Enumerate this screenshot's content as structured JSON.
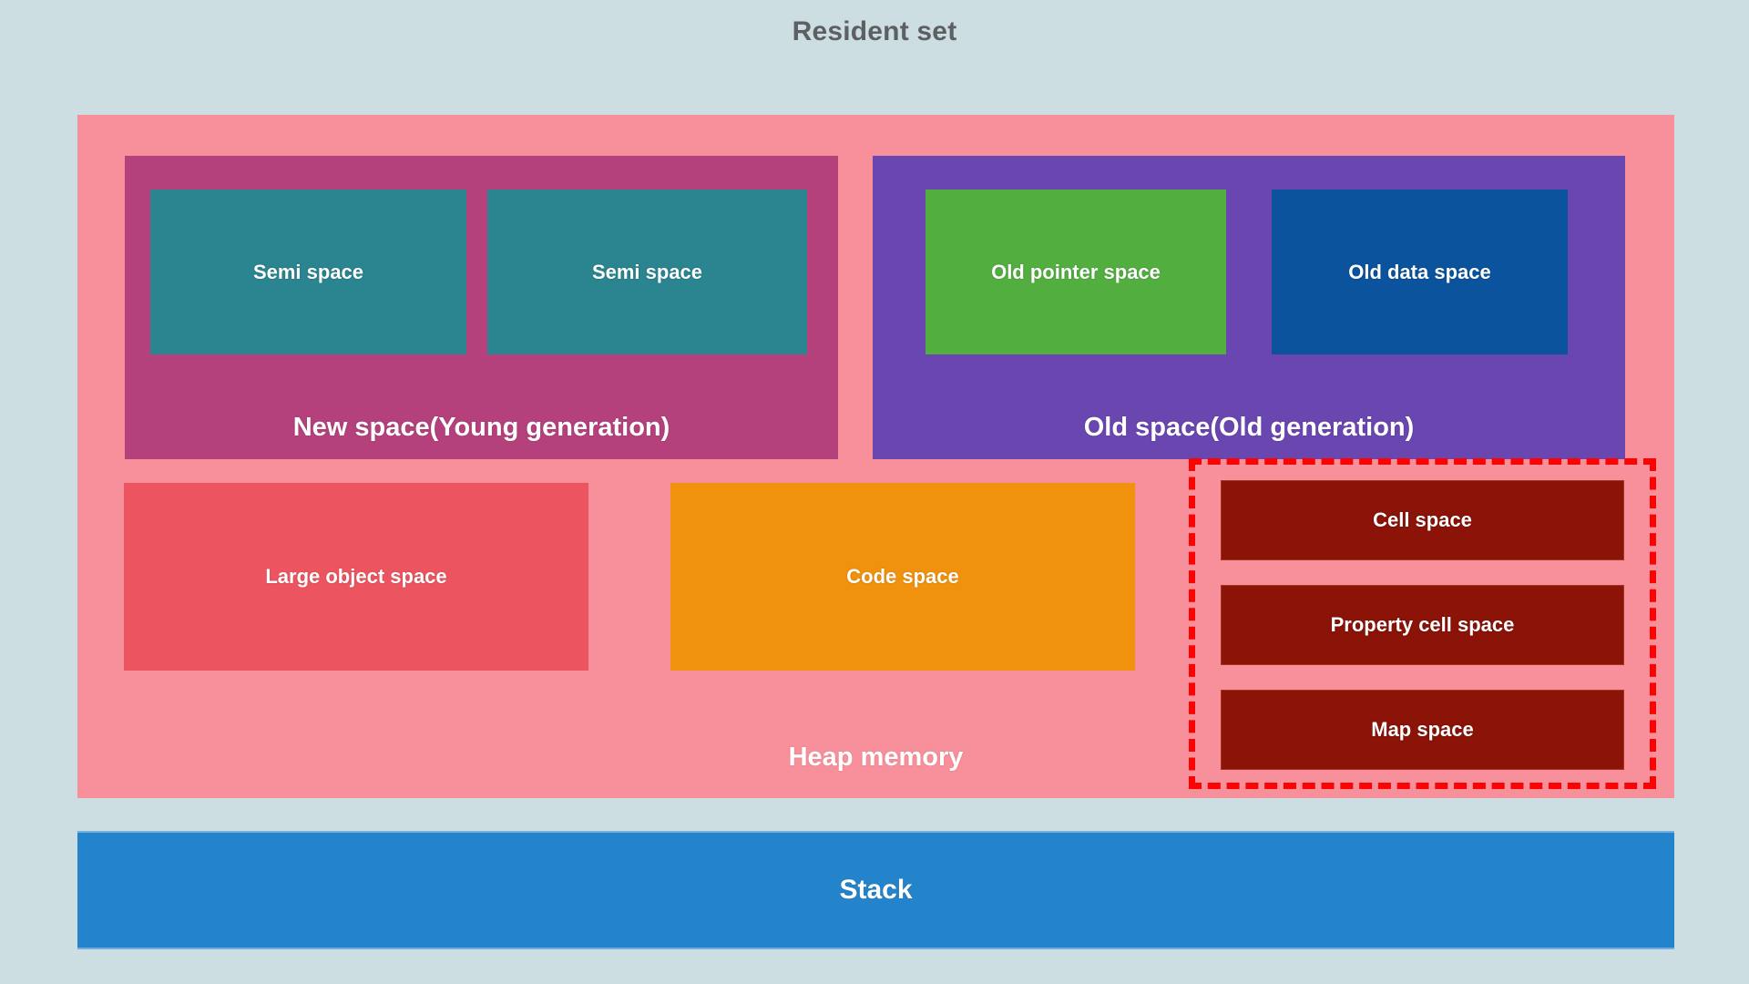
{
  "diagram": {
    "title": "Resident set",
    "title_color": "#5c6062",
    "background_color": "#cddee2"
  },
  "heap": {
    "label": "Heap memory",
    "color": "#f7909a"
  },
  "generations": [
    {
      "key": "new_space",
      "label": "New space(Young generation)",
      "color": "#b4417b",
      "children": [
        {
          "label": "Semi space",
          "color": "#2a8590"
        },
        {
          "label": "Semi space",
          "color": "#2a8590"
        }
      ]
    },
    {
      "key": "old_space",
      "label": "Old space(Old generation)",
      "color": "#6a46b0",
      "children": [
        {
          "label": "Old pointer space",
          "color": "#53ae40"
        },
        {
          "label": "Old data space",
          "color": "#0b539d"
        }
      ]
    }
  ],
  "heap_blocks": [
    {
      "key": "large_object_space",
      "label": "Large object space",
      "color": "#ec5560"
    },
    {
      "key": "code_space",
      "label": "Code space",
      "color": "#f0920e"
    }
  ],
  "highlight_group": {
    "border_color": "#fb0203",
    "border_style": "dashed",
    "blocks": [
      {
        "key": "cell_space",
        "label": "Cell space",
        "color": "#8b1308"
      },
      {
        "key": "property_cell_space",
        "label": "Property cell space",
        "color": "#8b1308"
      },
      {
        "key": "map_space",
        "label": "Map space",
        "color": "#8b1308"
      }
    ]
  },
  "stack": {
    "label": "Stack",
    "color": "#2484cb"
  }
}
